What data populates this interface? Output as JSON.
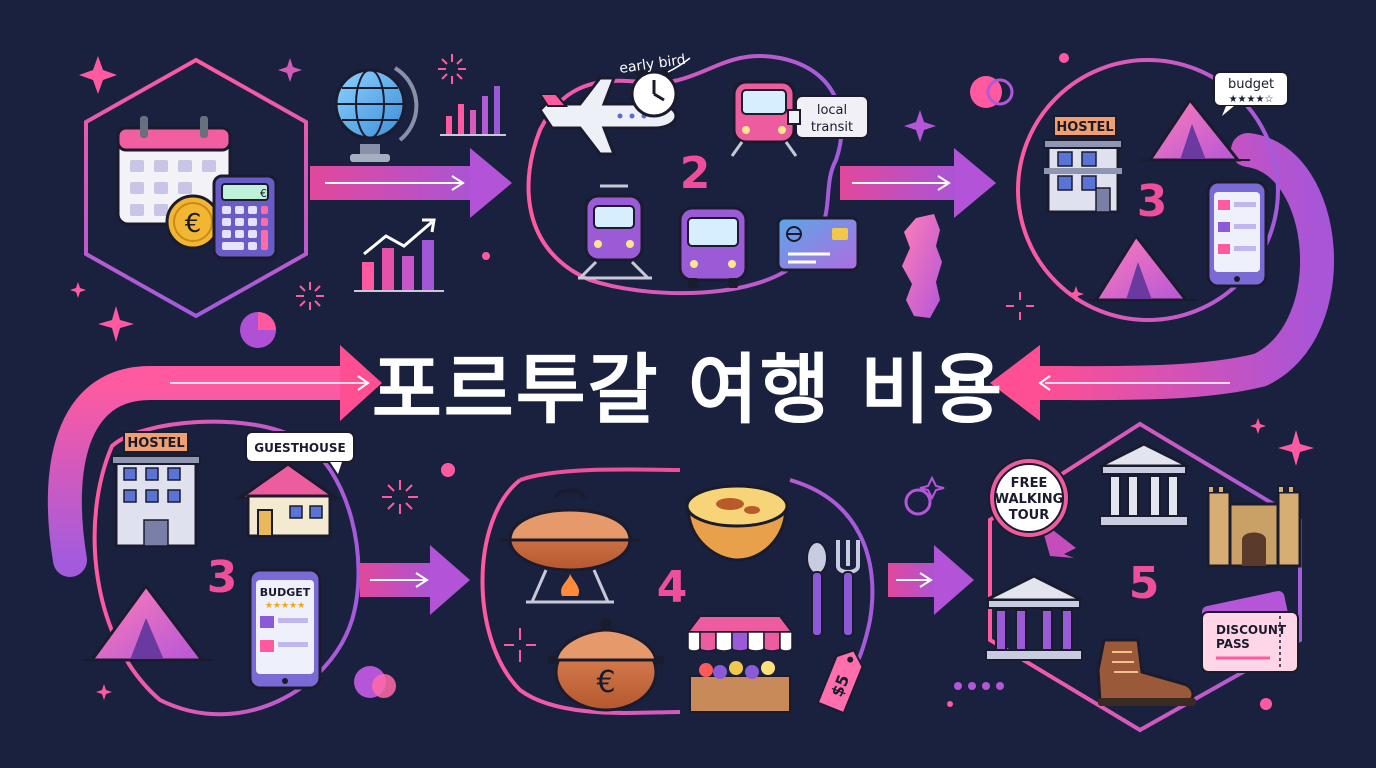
{
  "title": "포르투갈 여행 비용",
  "steps": {
    "s2": "2",
    "s3_top": "3",
    "s3_bottom": "3",
    "s4": "4",
    "s5": "5"
  },
  "labels": {
    "early_bird": "early bird",
    "local_transit": [
      "local",
      "transit"
    ],
    "budget_top": "budget",
    "hostel_top": "HOSTEL",
    "hostel_bottom": "HOSTEL",
    "guesthouse": "GUESTHOUSE",
    "budget_phone": "BUDGET",
    "free_walking_tour": [
      "FREE",
      "WALKING",
      "TOUR"
    ],
    "discount_pass": [
      "DISCOUNT",
      "PASS"
    ],
    "price_tag": "$5"
  },
  "icons": {
    "currency_symbol": "€"
  },
  "colors": {
    "background": "#19213f",
    "pink": "#ef4f9a",
    "magenta": "#d63fa7",
    "purple": "#9b5bd6",
    "violet": "#7b4fd0"
  }
}
